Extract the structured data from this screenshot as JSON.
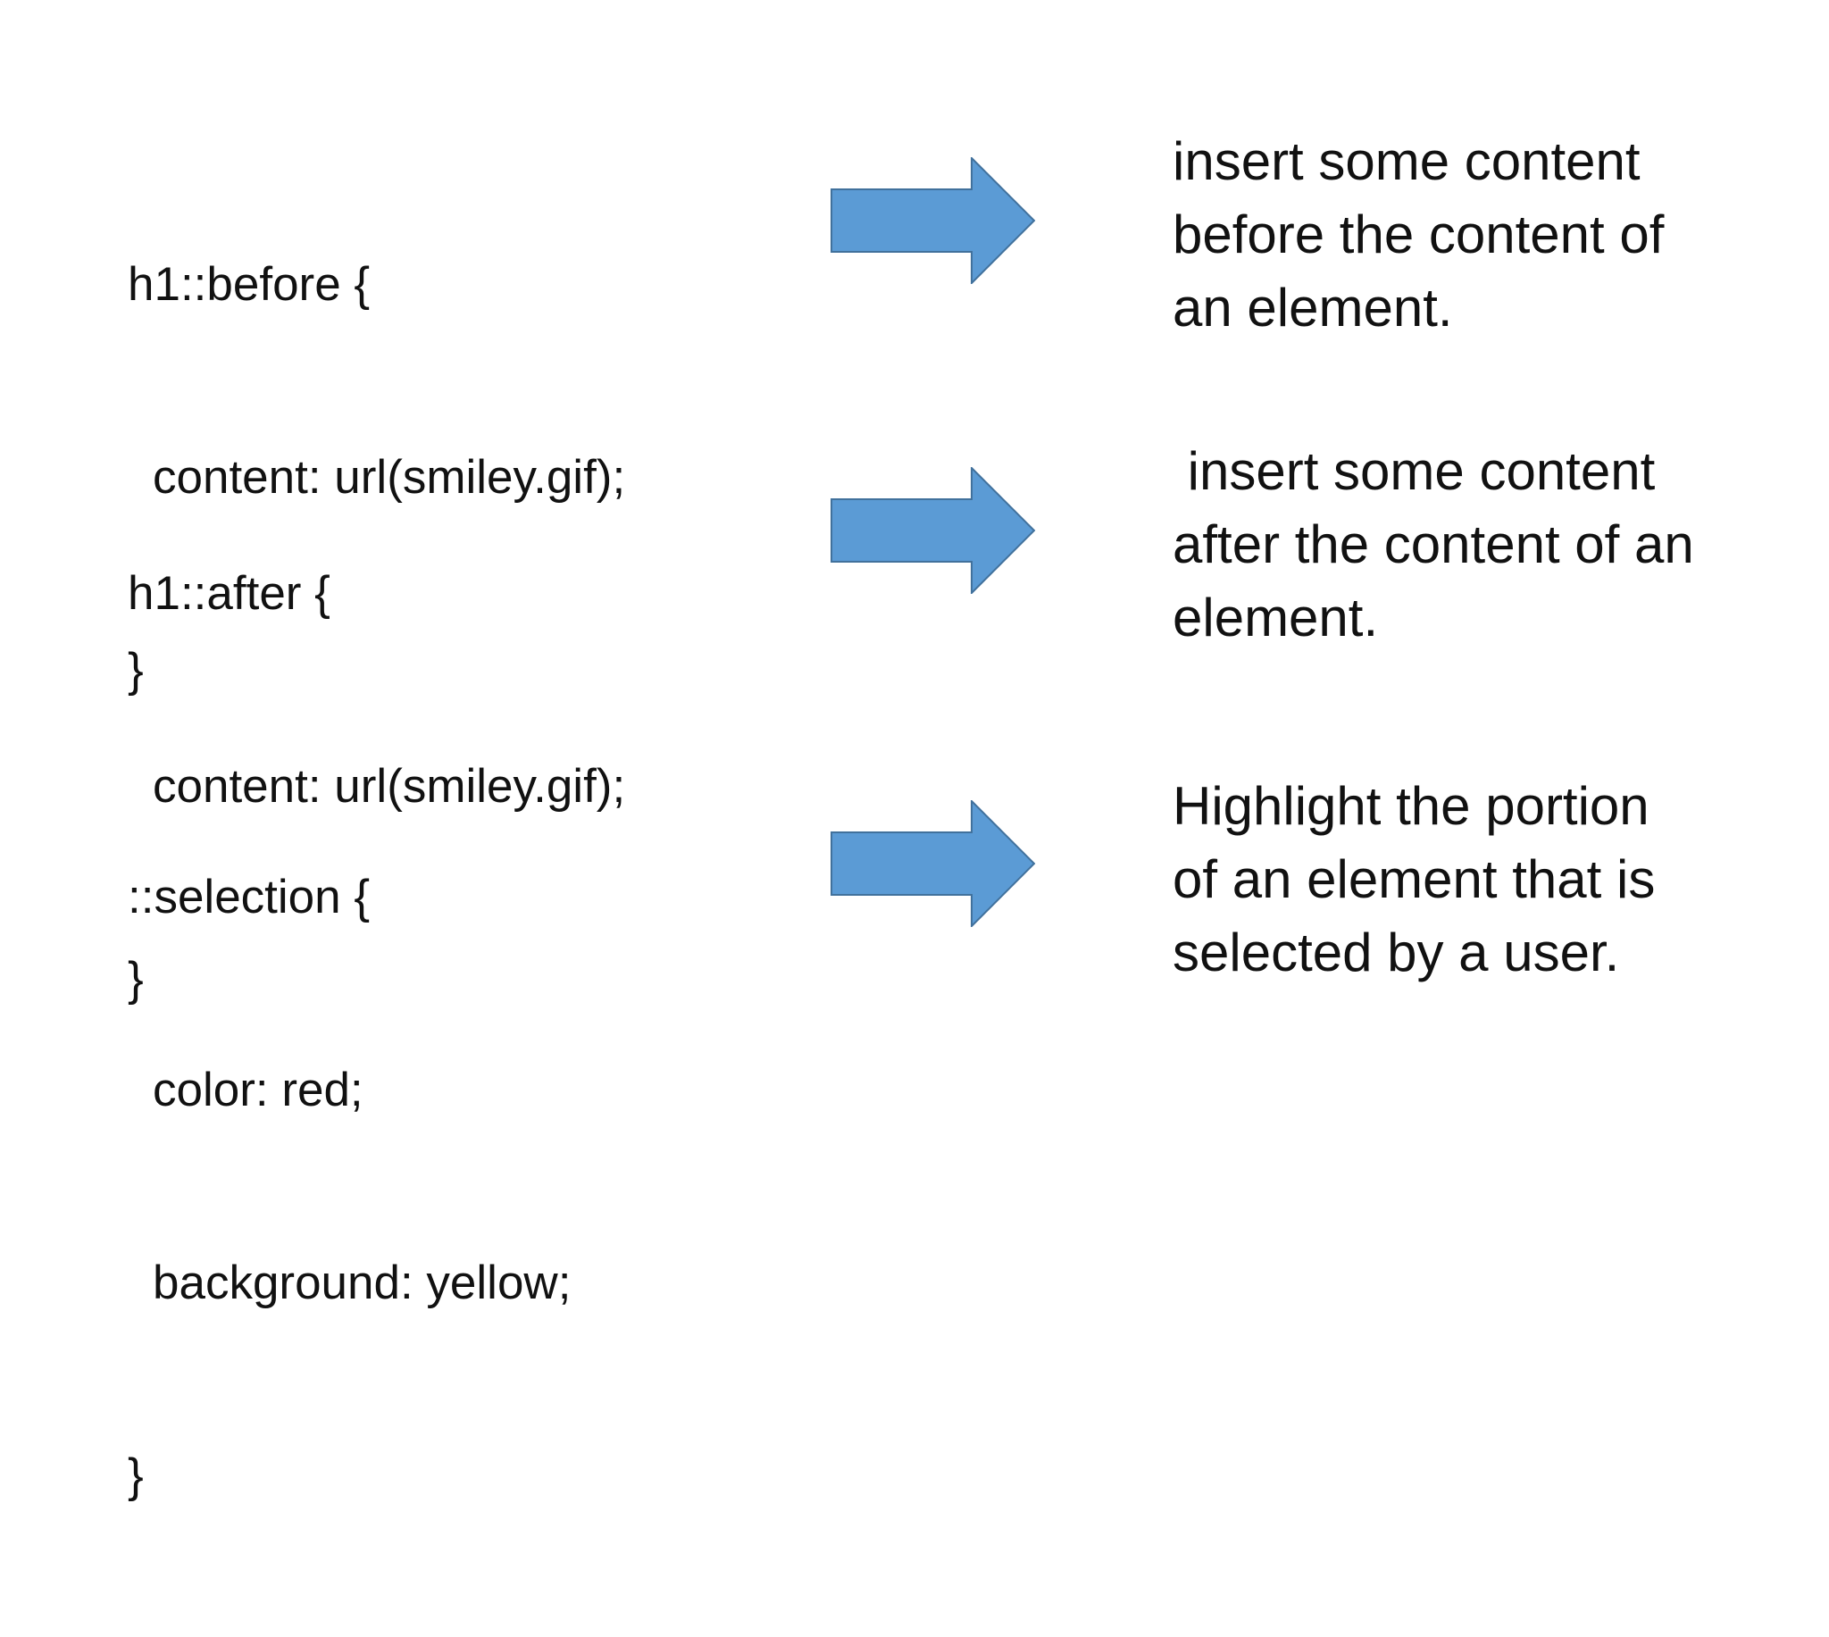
{
  "rows": [
    {
      "code": [
        "h1::before {",
        "content: url(smiley.gif);",
        "}"
      ],
      "description": [
        "insert some content",
        "before the content of",
        "an element."
      ]
    },
    {
      "code": [
        "h1::after {",
        "content: url(smiley.gif);",
        "}"
      ],
      "description": [
        " insert some content",
        "after the content of an",
        "element."
      ]
    },
    {
      "code": [
        "::selection {",
        "color: red;",
        "background: yellow;",
        "}"
      ],
      "description": [
        "Highlight the portion",
        "of an element that is",
        "selected by a user."
      ]
    }
  ],
  "colors": {
    "arrow_fill": "#5b9bd5",
    "arrow_stroke": "#41719c",
    "text": "#111111",
    "background": "#ffffff"
  },
  "icons": {
    "arrow": "right-arrow-icon"
  }
}
